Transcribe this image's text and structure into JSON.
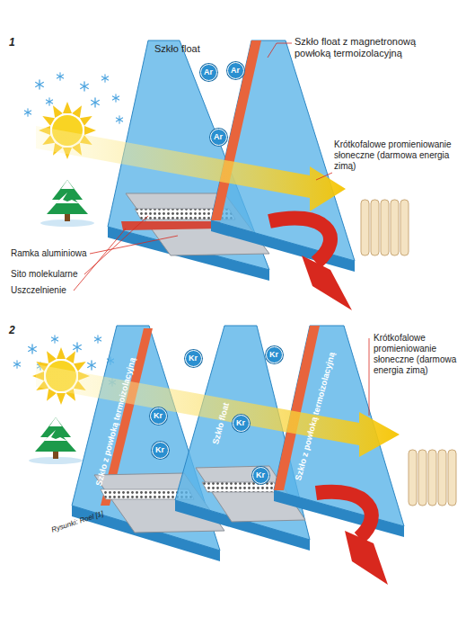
{
  "diagram": {
    "nodes": [
      {
        "text": [
          "Ar"
        ]
      },
      {
        "text": [
          "Ar"
        ]
      },
      {
        "text": [
          "Ar"
        ]
      },
      {
        "text": [
          "Kr"
        ]
      },
      {
        "text": [
          "Kr"
        ]
      },
      {
        "text": [
          "Kr"
        ]
      },
      {
        "text": [
          "Kr"
        ]
      },
      {
        "text": [
          "Kr"
        ]
      },
      {
        "text": [
          "Kr"
        ]
      }
    ],
    "labels": [
      "1",
      "Szkło float",
      "Szkło float z magnetronową powłoką termoizolacyjną",
      "Krótkofalowe promieniowanie słoneczne (darmowa energia zimą)",
      "Ramka aluminiowa",
      "Sito molekularne",
      "Uszczelnienie",
      "2",
      "Szkło z powłoką termoizolacyjną",
      "Szkło float",
      "Szkło z powłoką termoizolacyjną",
      "Krótkofalowe promieniowanie słoneczne (darmowa energia zimą)",
      "Rysunki: Roel [1]"
    ]
  }
}
